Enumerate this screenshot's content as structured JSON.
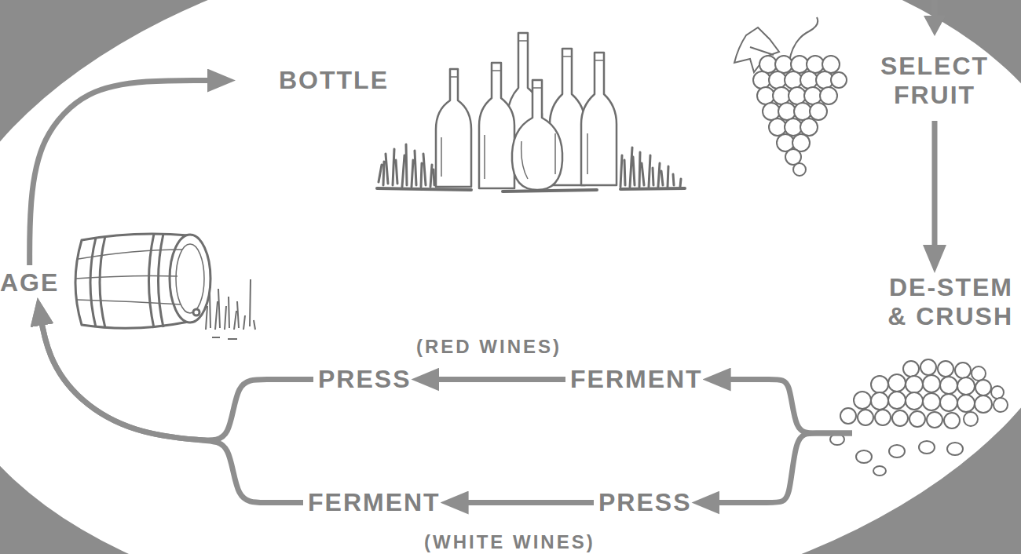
{
  "diagram": {
    "nodes": [
      {
        "text": [
          "SELECT FRUIT"
        ]
      },
      {
        "text": [
          "DE-STEM & CRUSH"
        ]
      },
      {
        "text": [
          "FERMENT"
        ]
      },
      {
        "text": [
          "PRESS"
        ]
      },
      {
        "text": [
          "PRESS"
        ]
      },
      {
        "text": [
          "FERMENT"
        ]
      },
      {
        "text": [
          "AGE"
        ]
      },
      {
        "text": [
          "BOTTLE"
        ]
      }
    ],
    "edges": [
      {
        "from": 0,
        "to": 1,
        "arrow": "to"
      },
      {
        "from": 1,
        "to": 2,
        "arrow": "to"
      },
      {
        "from": 2,
        "to": 3,
        "arrow": "to"
      },
      {
        "from": 1,
        "to": 4,
        "arrow": "to"
      },
      {
        "from": 4,
        "to": 5,
        "arrow": "to"
      },
      {
        "from": 3,
        "to": 6,
        "arrow": "to"
      },
      {
        "from": 5,
        "to": 6,
        "arrow": "to"
      },
      {
        "from": 6,
        "to": 7,
        "arrow": "to"
      }
    ],
    "labels": [
      "(RED WINES)",
      "(WHITE WINES)"
    ]
  }
}
